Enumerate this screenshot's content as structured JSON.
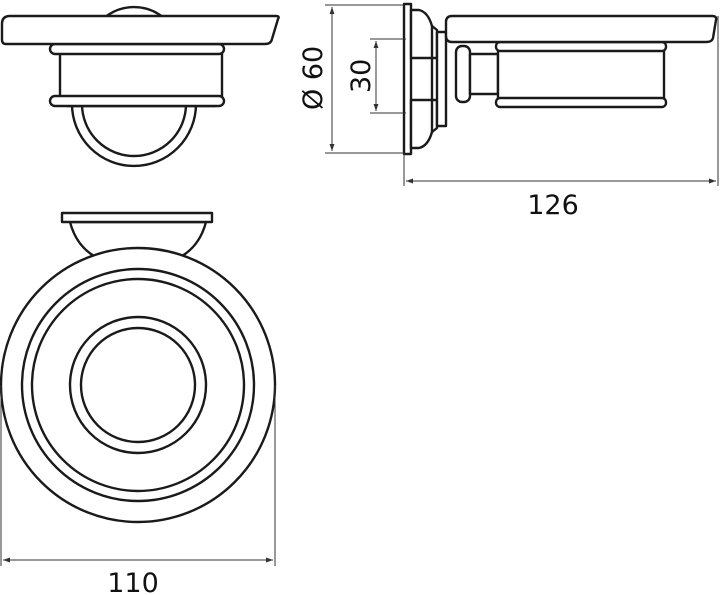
{
  "dimensions": {
    "diameter": "Ø 60",
    "mount_height": "30",
    "depth": "126",
    "width": "110"
  },
  "colors": {
    "line": "#1a1a1a",
    "background": "#ffffff"
  }
}
